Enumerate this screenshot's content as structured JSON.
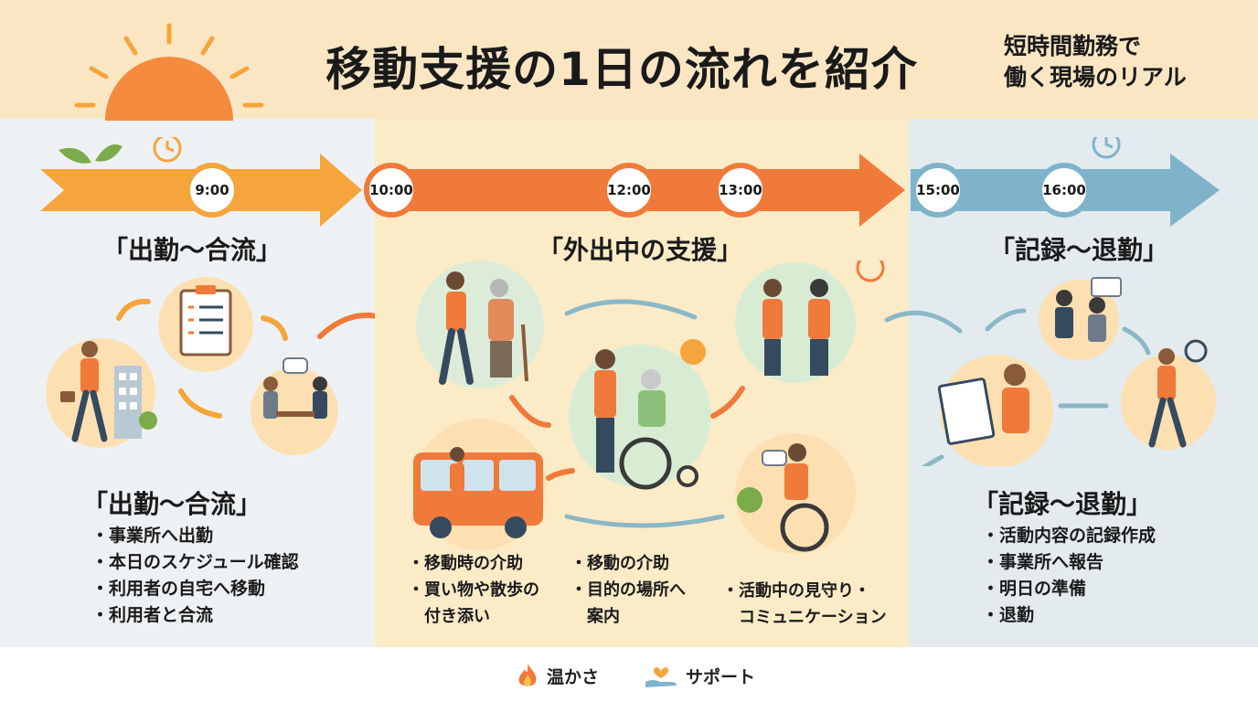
{
  "header": {
    "title": "移動支援の1日の流れを紹介",
    "subtitle_line1": "短時間勤務で",
    "subtitle_line2": "働く現場のリアル"
  },
  "timeline": {
    "times": [
      "9:00",
      "10:00",
      "12:00",
      "13:00",
      "15:00",
      "16:00"
    ],
    "colors": {
      "yellow": "#f5a53b",
      "orange": "#f07a3a",
      "blue": "#7fb3c9"
    }
  },
  "sections": {
    "arrival": {
      "heading": "「出勤〜合流」",
      "subheading": "「出勤〜合流」",
      "items": [
        "・事業所へ出勤",
        "・本日のスケジュール確認",
        "・利用者の自宅へ移動",
        "・利用者と合流"
      ]
    },
    "outing": {
      "heading": "「外出中の支援」",
      "col1": [
        "・移動時の介助",
        "・買い物や散歩の",
        "　付き添い"
      ],
      "col2": [
        "・移動の介助",
        "・目的の場所へ",
        "　案内"
      ],
      "col3": [
        "・活動中の見守り・",
        "　コミュニケーション"
      ]
    },
    "closing": {
      "heading": "「記録〜退勤」",
      "subheading": "「記録〜退勤」",
      "items": [
        "・活動内容の記録作成",
        "・事業所へ報告",
        "・明日の準備",
        "・退勤"
      ]
    }
  },
  "legend": {
    "warmth": {
      "icon": "flame-icon",
      "label": "温かさ"
    },
    "support": {
      "icon": "heart-hand-icon",
      "label": "サポート"
    }
  }
}
